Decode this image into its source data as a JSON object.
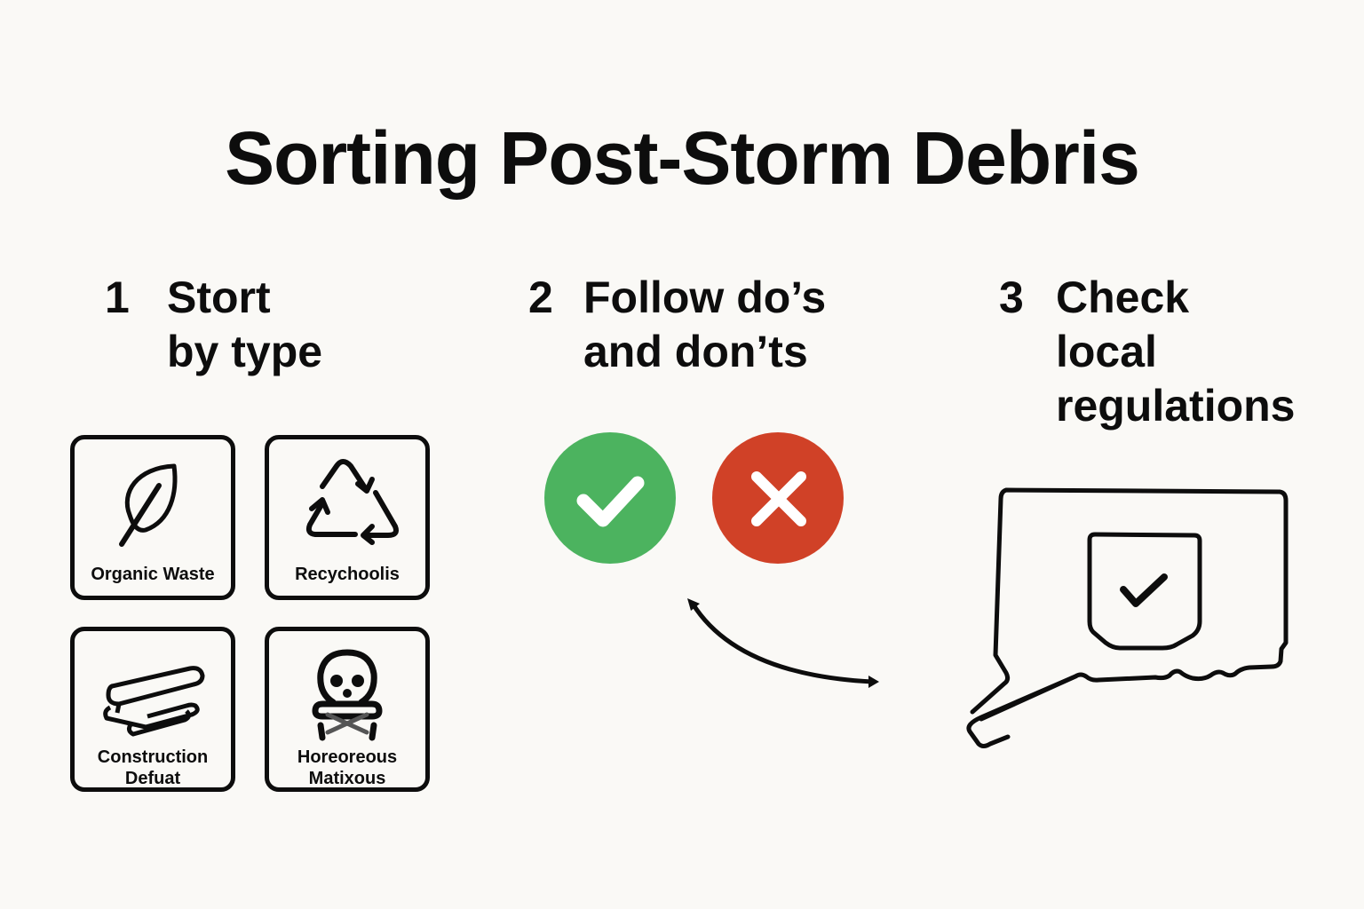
{
  "title": "Sorting Post-Storm Debris",
  "colors": {
    "background": "#faf9f6",
    "ink": "#0d0d0d",
    "do_green": "#4cb35f",
    "dont_red": "#d04127"
  },
  "steps": [
    {
      "number": "1",
      "lines": [
        "Stort",
        "by type"
      ],
      "tiles": [
        {
          "icon": "leaf-icon",
          "label_lines": [
            "Organic Waste"
          ]
        },
        {
          "icon": "recycle-icon",
          "label_lines": [
            "Recychoolis"
          ]
        },
        {
          "icon": "planks-icon",
          "label_lines": [
            "Construction",
            "Defuat"
          ]
        },
        {
          "icon": "skull-crossbones-icon",
          "label_lines": [
            "Horeoreous",
            "Matixous"
          ]
        }
      ]
    },
    {
      "number": "2",
      "lines": [
        "Follow do’s",
        "and don’ts"
      ],
      "badges": [
        {
          "icon": "checkmark-icon",
          "meaning": "do",
          "color": "#4cb35f"
        },
        {
          "icon": "x-mark-icon",
          "meaning": "don't",
          "color": "#d04127"
        }
      ],
      "connector": "curved-arrow-icon"
    },
    {
      "number": "3",
      "lines": [
        "Check",
        "local",
        "regulations"
      ],
      "graphic": {
        "icon": "state-outline-icon",
        "badge": "shield-check-icon"
      }
    }
  ]
}
